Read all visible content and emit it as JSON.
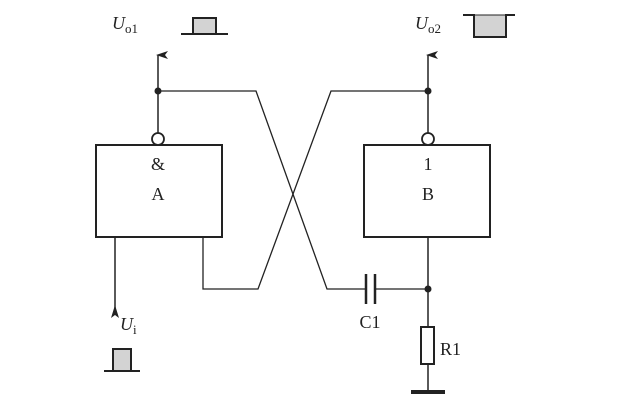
{
  "diagram": {
    "type": "monostable multivibrator circuit",
    "gates": [
      {
        "id": "A",
        "symbol": "&",
        "name": "A"
      },
      {
        "id": "B",
        "symbol": "1",
        "name": "B"
      }
    ],
    "outputs": [
      {
        "main": "U",
        "sub": "o1",
        "waveform": "positive-pulse"
      },
      {
        "main": "U",
        "sub": "o2",
        "waveform": "negative-pulse"
      }
    ],
    "input": {
      "main": "U",
      "sub": "i",
      "waveform": "positive-pulse"
    },
    "components": {
      "capacitor": "C1",
      "resistor": "R1"
    },
    "colors": {
      "line": "#222222",
      "pulse_fill": "#d3d3d3"
    }
  }
}
